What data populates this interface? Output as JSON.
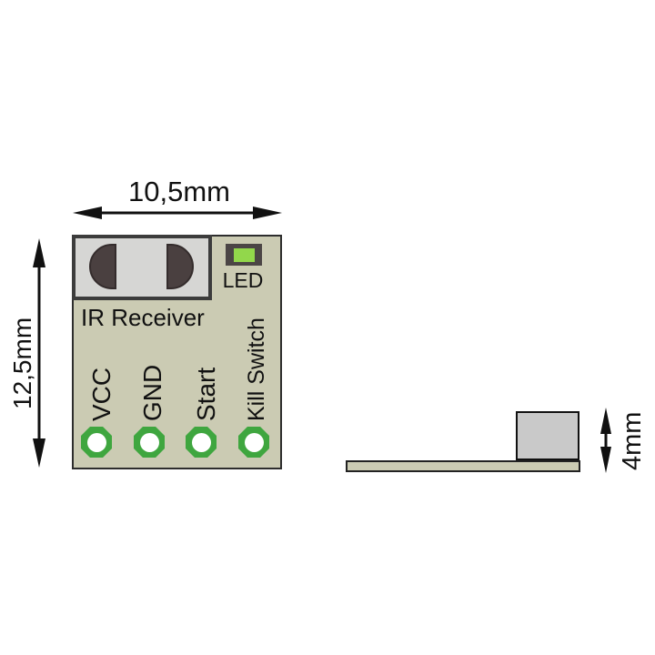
{
  "diagram": {
    "top_view": {
      "ir_receiver_label": "IR Receiver",
      "led_label": "LED",
      "pins": [
        {
          "label": "VCC"
        },
        {
          "label": "GND"
        },
        {
          "label": "Start"
        },
        {
          "label": "Kill Switch"
        }
      ]
    },
    "dimensions": {
      "width_label": "10,5mm",
      "height_label": "12,5mm",
      "thickness_label": "4mm"
    },
    "colors": {
      "board": "#cbcbb3",
      "component_gray": "#d6d6d4",
      "sensor_dark": "#4a4040",
      "led_green": "#92d74b",
      "pad_green": "#3fa63f"
    }
  }
}
